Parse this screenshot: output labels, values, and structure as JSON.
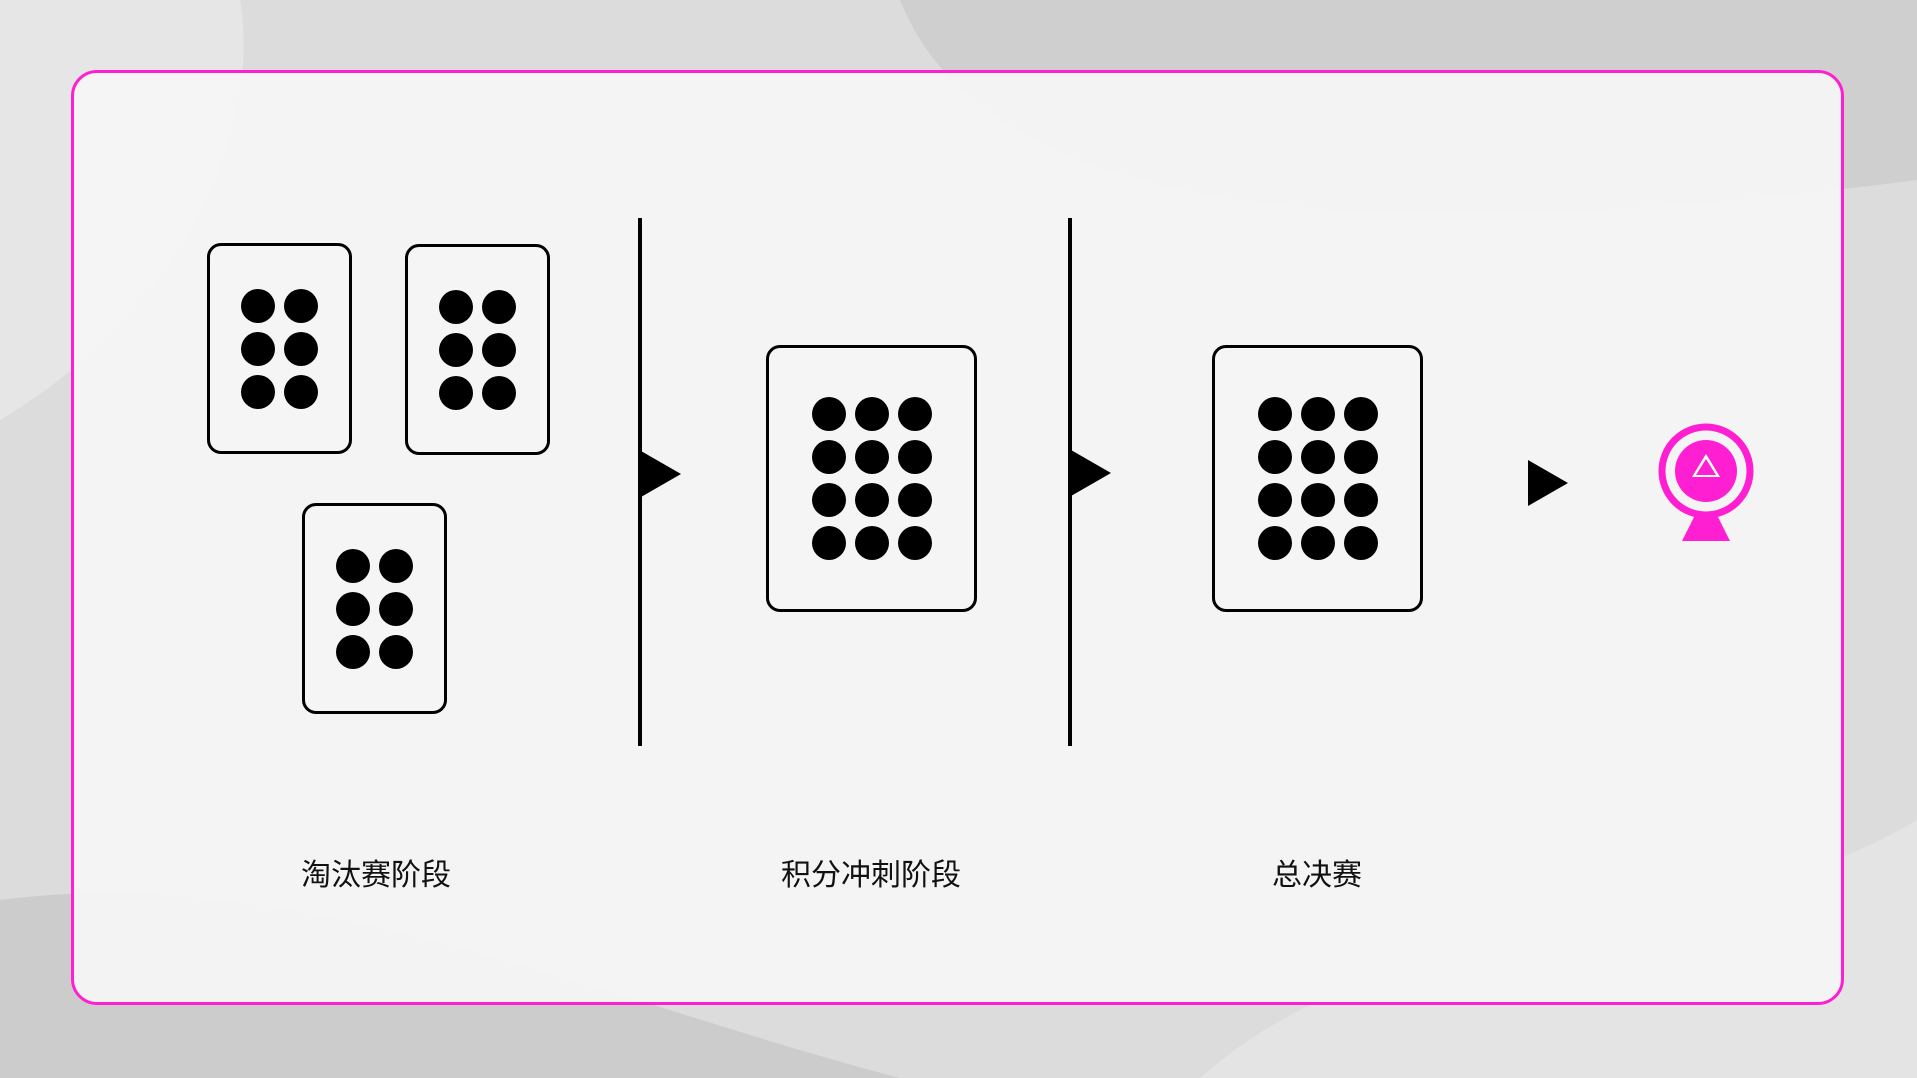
{
  "stages": [
    {
      "label": "淘汰赛阶段"
    },
    {
      "label": "积分冲刺阶段"
    },
    {
      "label": "总决赛"
    }
  ],
  "colors": {
    "accent": "#ff1fd2",
    "ink": "#000000",
    "panel": "#f5f5f5"
  },
  "icons": {
    "trophy": "trophy-icon",
    "arrow": "play-arrow-icon"
  }
}
